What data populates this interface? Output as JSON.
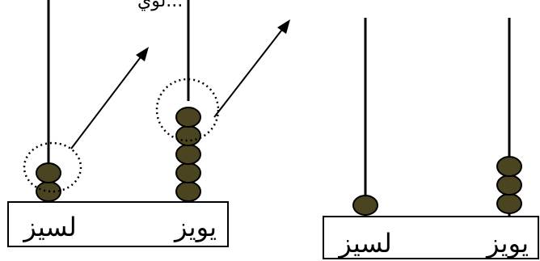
{
  "top_text": "لوي...",
  "diagrams": [
    {
      "name": "left-abacus",
      "rods": [
        {
          "label": "لسيز",
          "bead_count": 2
        },
        {
          "label": "يويز",
          "bead_count": 5
        }
      ],
      "highlights": [
        {
          "rod": 0,
          "bead": 0
        },
        {
          "rod": 1,
          "bead": 0
        }
      ]
    },
    {
      "name": "right-abacus",
      "rods": [
        {
          "label": "لسيز",
          "bead_count": 1
        },
        {
          "label": "يويز",
          "bead_count": 3
        }
      ],
      "highlights": []
    }
  ],
  "colors": {
    "bead": "#4a4420",
    "line": "#000000",
    "background": "#ffffff"
  }
}
